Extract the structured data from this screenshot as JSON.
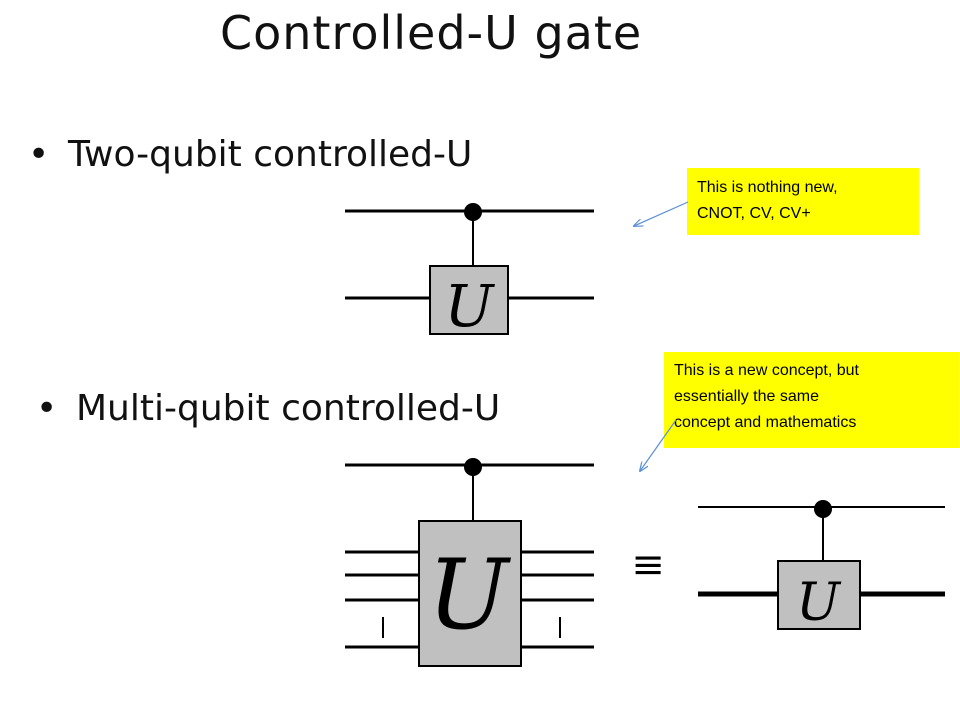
{
  "title": "Controlled-U gate",
  "bullets": [
    {
      "bullet": "•",
      "text": "Two-qubit controlled-U"
    },
    {
      "bullet": "•",
      "text": "Multi-qubit controlled-U"
    }
  ],
  "notes": [
    {
      "lines": [
        "This is nothing new,",
        "CNOT, CV, CV+"
      ]
    },
    {
      "lines": [
        "This is a new concept, but",
        "essentially the same",
        "concept and mathematics"
      ]
    }
  ],
  "gates": {
    "two_qubit_label": "U",
    "multi_qubit_label": "U",
    "equivalent_label": "U",
    "equivalence_symbol": "≡"
  },
  "colors": {
    "note_background": "#ffff00",
    "gate_fill": "#c0c0c0",
    "arrow": "#5b8fd6"
  }
}
